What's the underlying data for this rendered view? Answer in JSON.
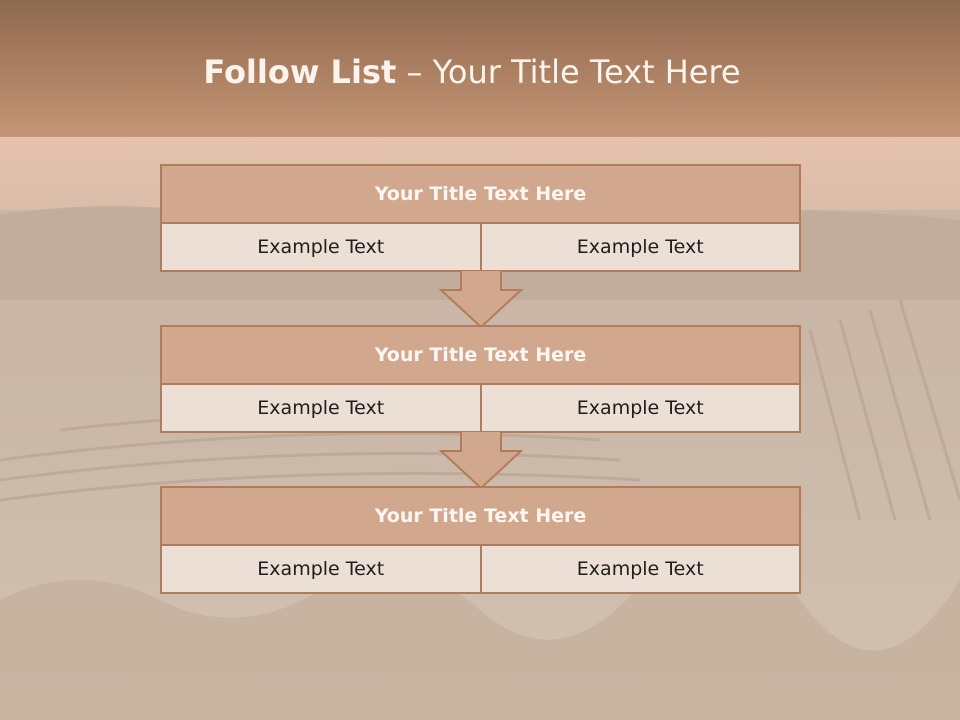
{
  "slide": {
    "title_bold": "Follow List",
    "title_rest": " – Your Title Text Here"
  },
  "steps": [
    {
      "title": "Your Title Text Here",
      "left": "Example Text",
      "right": "Example Text"
    },
    {
      "title": "Your Title Text Here",
      "left": "Example Text",
      "right": "Example Text"
    },
    {
      "title": "Your Title Text Here",
      "left": "Example Text",
      "right": "Example Text"
    }
  ],
  "colors": {
    "header": "#a67a5d",
    "box_header": "#d1a88d",
    "box_border": "#b17c5c",
    "box_body": "#ecdfd6"
  }
}
